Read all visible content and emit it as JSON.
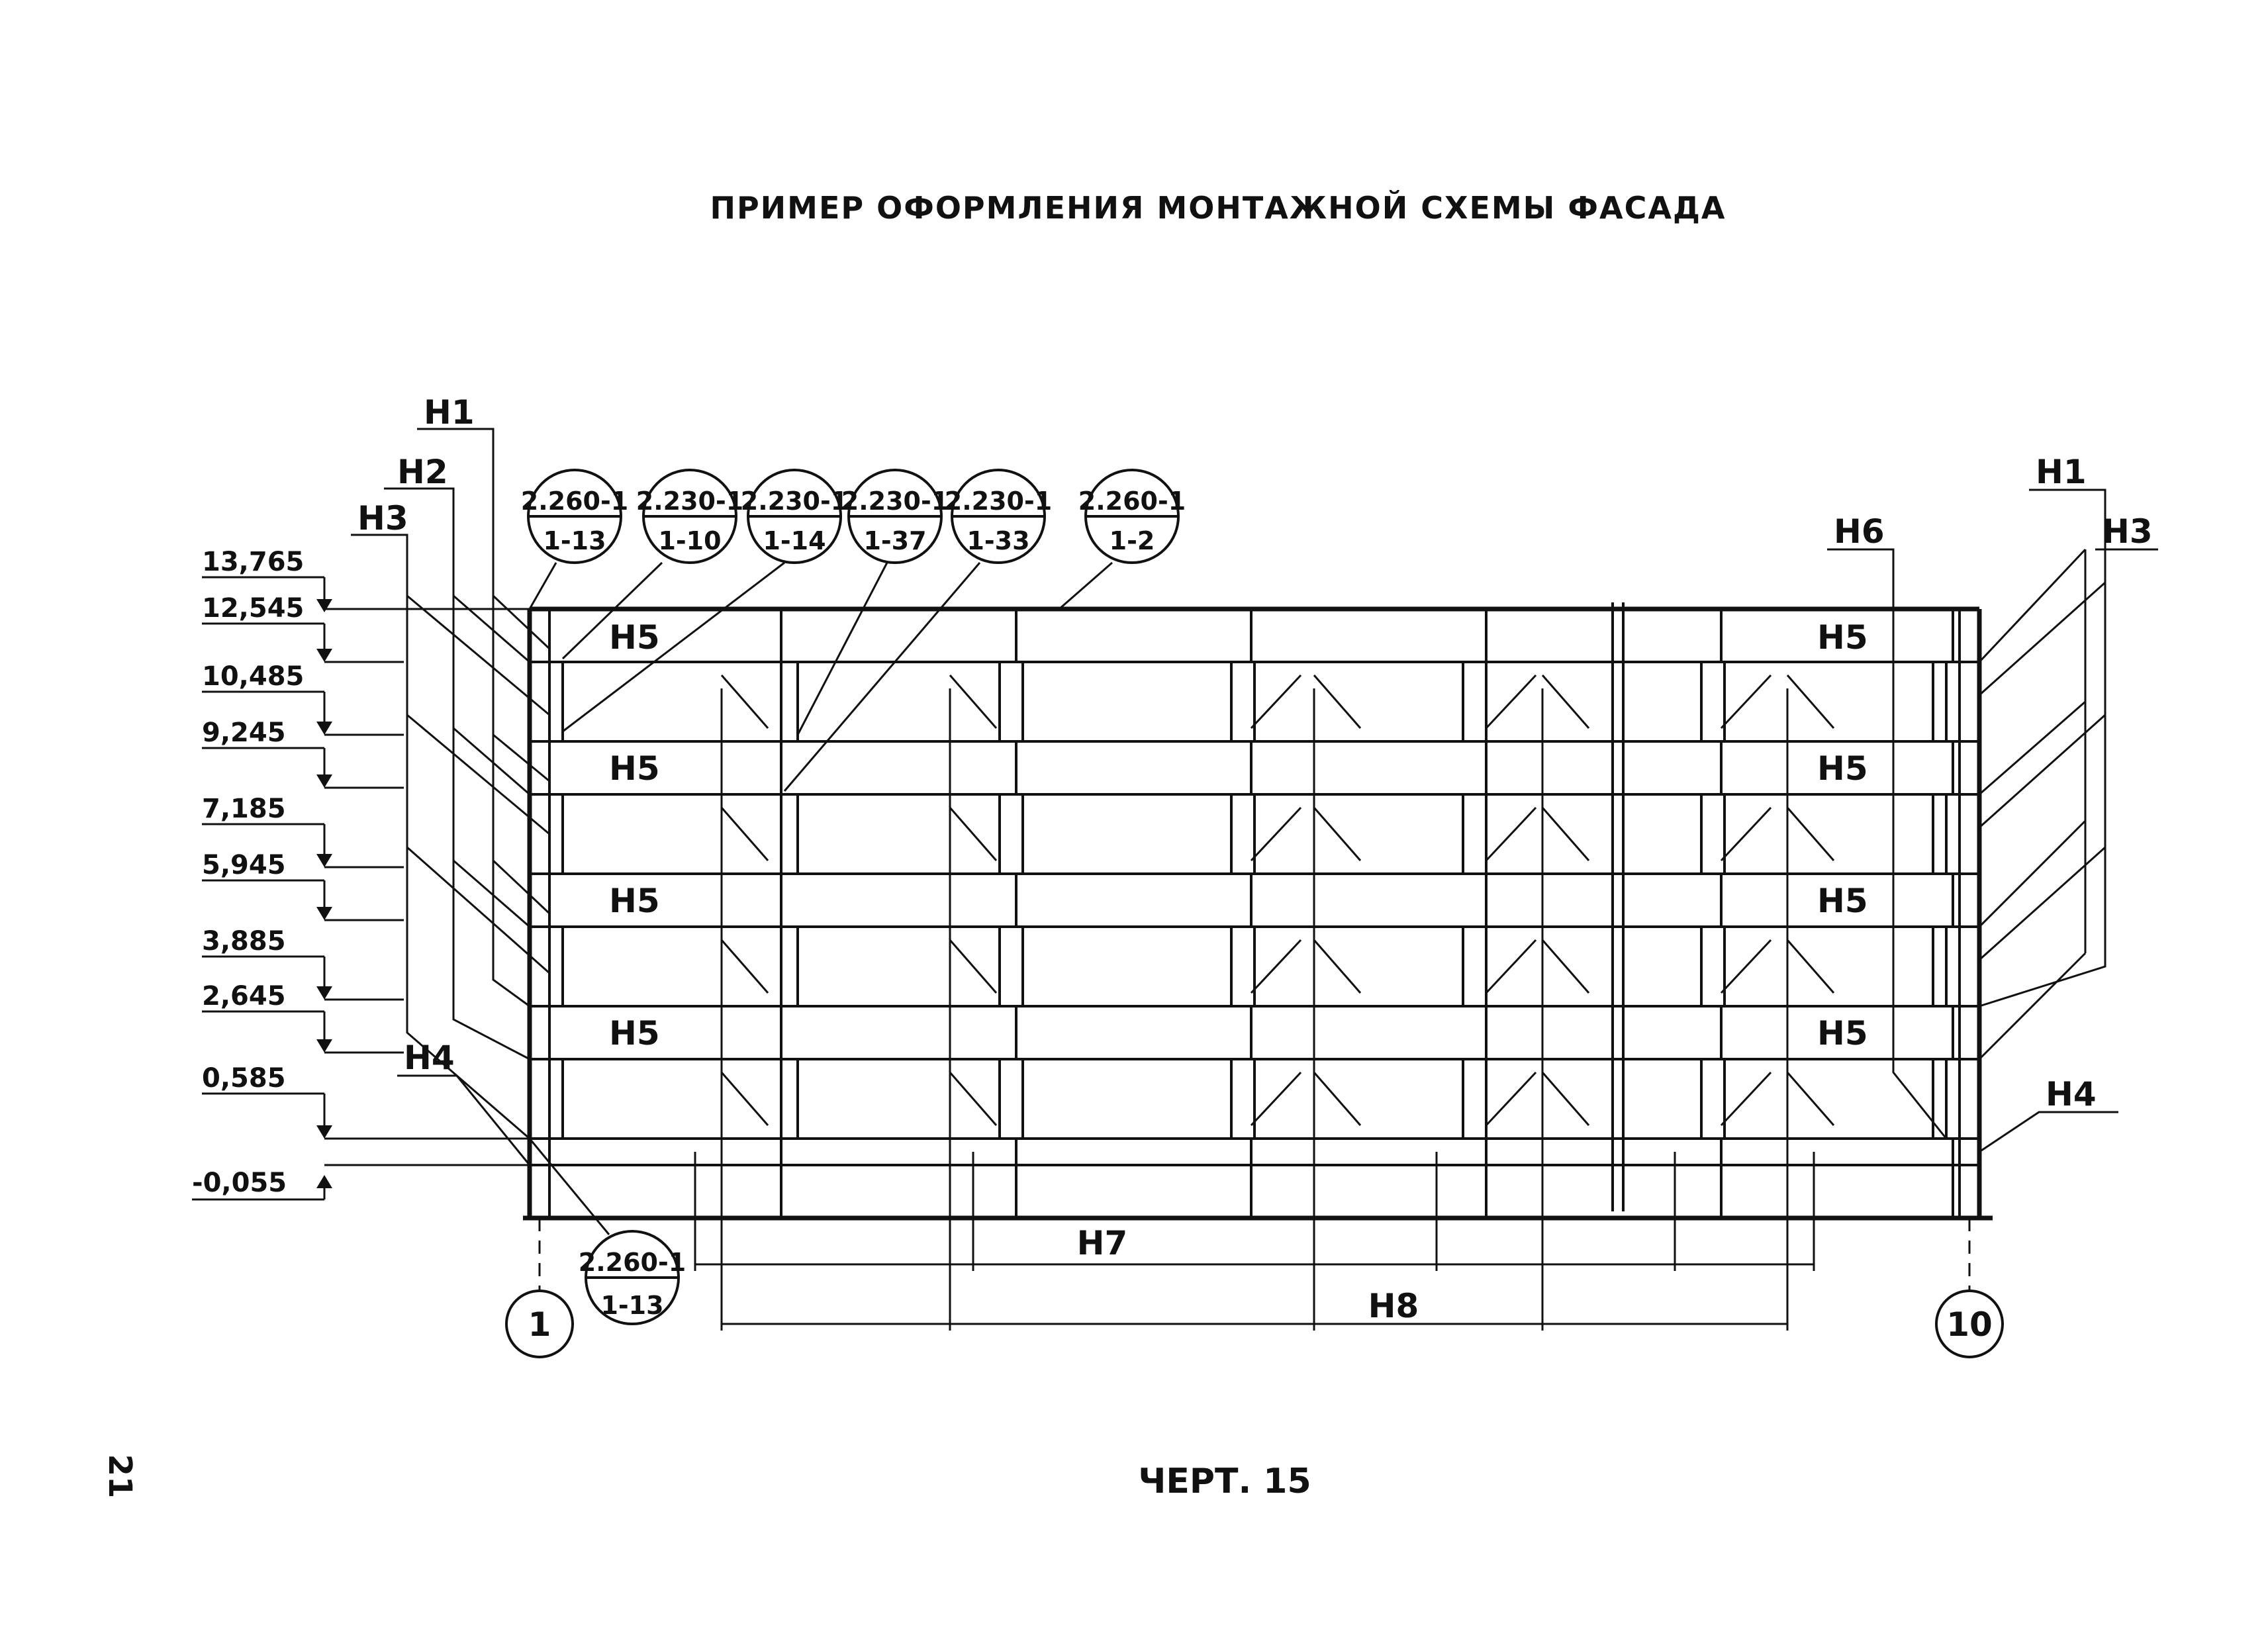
{
  "title": "ПРИМЕР ОФОРМЛЕНИЯ МОНТАЖНОЙ СХЕМЫ ФАСАДА",
  "caption": "ЧЕРТ. 15",
  "page_number": "21",
  "elevations": [
    "13,765",
    "12,545",
    "10,485",
    "9,245",
    "7,185",
    "5,945",
    "3,885",
    "2,645",
    "0,585",
    "-0,055"
  ],
  "labels": {
    "h1": "Н1",
    "h2": "Н2",
    "h3": "Н3",
    "h4": "Н4",
    "h5": "Н5",
    "h6": "Н6",
    "h7": "Н7",
    "h8": "Н8"
  },
  "callouts": [
    {
      "top": "2.260-1",
      "bottom": "1-13"
    },
    {
      "top": "2.230-1",
      "bottom": "1-10"
    },
    {
      "top": "2.230-1",
      "bottom": "1-14"
    },
    {
      "top": "2.230-1",
      "bottom": "1-37"
    },
    {
      "top": "2.230-1",
      "bottom": "1-33"
    },
    {
      "top": "2.260-1",
      "bottom": "1-2"
    }
  ],
  "bottom_callout": {
    "top": "2.260-1",
    "bottom": "1-13"
  },
  "axes": {
    "left": "1",
    "right": "10"
  }
}
